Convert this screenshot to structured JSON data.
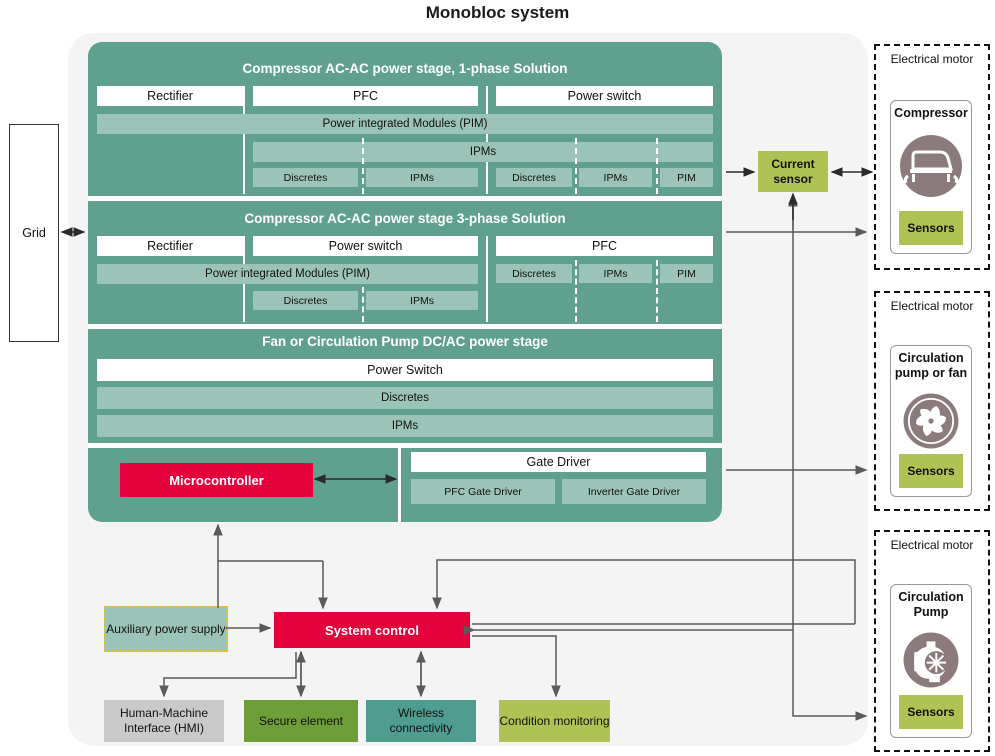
{
  "title": "Monobloc system",
  "grid": {
    "label": "Grid"
  },
  "current_sensor": {
    "label": "Current sensor"
  },
  "stages": [
    {
      "title": "Compressor AC-AC power stage, 1-phase Solution",
      "top_blocks": [
        "Rectifier",
        "PFC",
        "Power switch"
      ],
      "pim_label": "Power integrated Modules (PIM)",
      "ipms_label": "IPMs",
      "leaf_blocks": [
        "Discretes",
        "IPMs",
        "Discretes",
        "IPMs",
        "PIM"
      ]
    },
    {
      "title": "Compressor AC-AC power stage 3-phase Solution",
      "top_blocks": [
        "Rectifier",
        "Power switch",
        "PFC"
      ],
      "pim_label": "Power integrated Modules (PIM)",
      "left_leaf_blocks": [
        "Discretes",
        "IPMs"
      ],
      "right_leaf_blocks": [
        "Discretes",
        "IPMs",
        "PIM"
      ]
    },
    {
      "title": "Fan or Circulation Pump DC/AC power stage",
      "rows": [
        "Power Switch",
        "Discretes",
        "IPMs"
      ]
    }
  ],
  "controller": {
    "microcontroller": "Microcontroller",
    "gate_driver": "Gate Driver",
    "gate_driver_children": [
      "PFC Gate Driver",
      "Inverter Gate Driver"
    ]
  },
  "system": {
    "system_control": "System control",
    "auxiliary_power_supply": "Auxiliary power supply",
    "chips": [
      {
        "label": "Human-Machine Interface (HMI)",
        "color": "#c9c9c9"
      },
      {
        "label": "Secure element",
        "color": "#6e9e38"
      },
      {
        "label": "Wireless connectivity",
        "color": "#4e9d8e"
      },
      {
        "label": "Condition monitoring",
        "color": "#afc254"
      }
    ]
  },
  "motors": [
    {
      "header": "Electrical motor",
      "name": "Compressor",
      "icon": "compressor-icon",
      "sensors": "Sensors"
    },
    {
      "header": "Electrical motor",
      "name": "Circulation pump or fan",
      "icon": "fan-icon",
      "sensors": "Sensors"
    },
    {
      "header": "Electrical motor",
      "name": "Circulation Pump",
      "icon": "pump-icon",
      "sensors": "Sensors"
    }
  ],
  "colors": {
    "teal_card": "#5fa18e",
    "teal_light": "#9cc3b7",
    "red": "#e4003a",
    "olive": "#afc254",
    "backdrop": "#f4f4f4",
    "motor_icon": "#8c7b7d"
  }
}
